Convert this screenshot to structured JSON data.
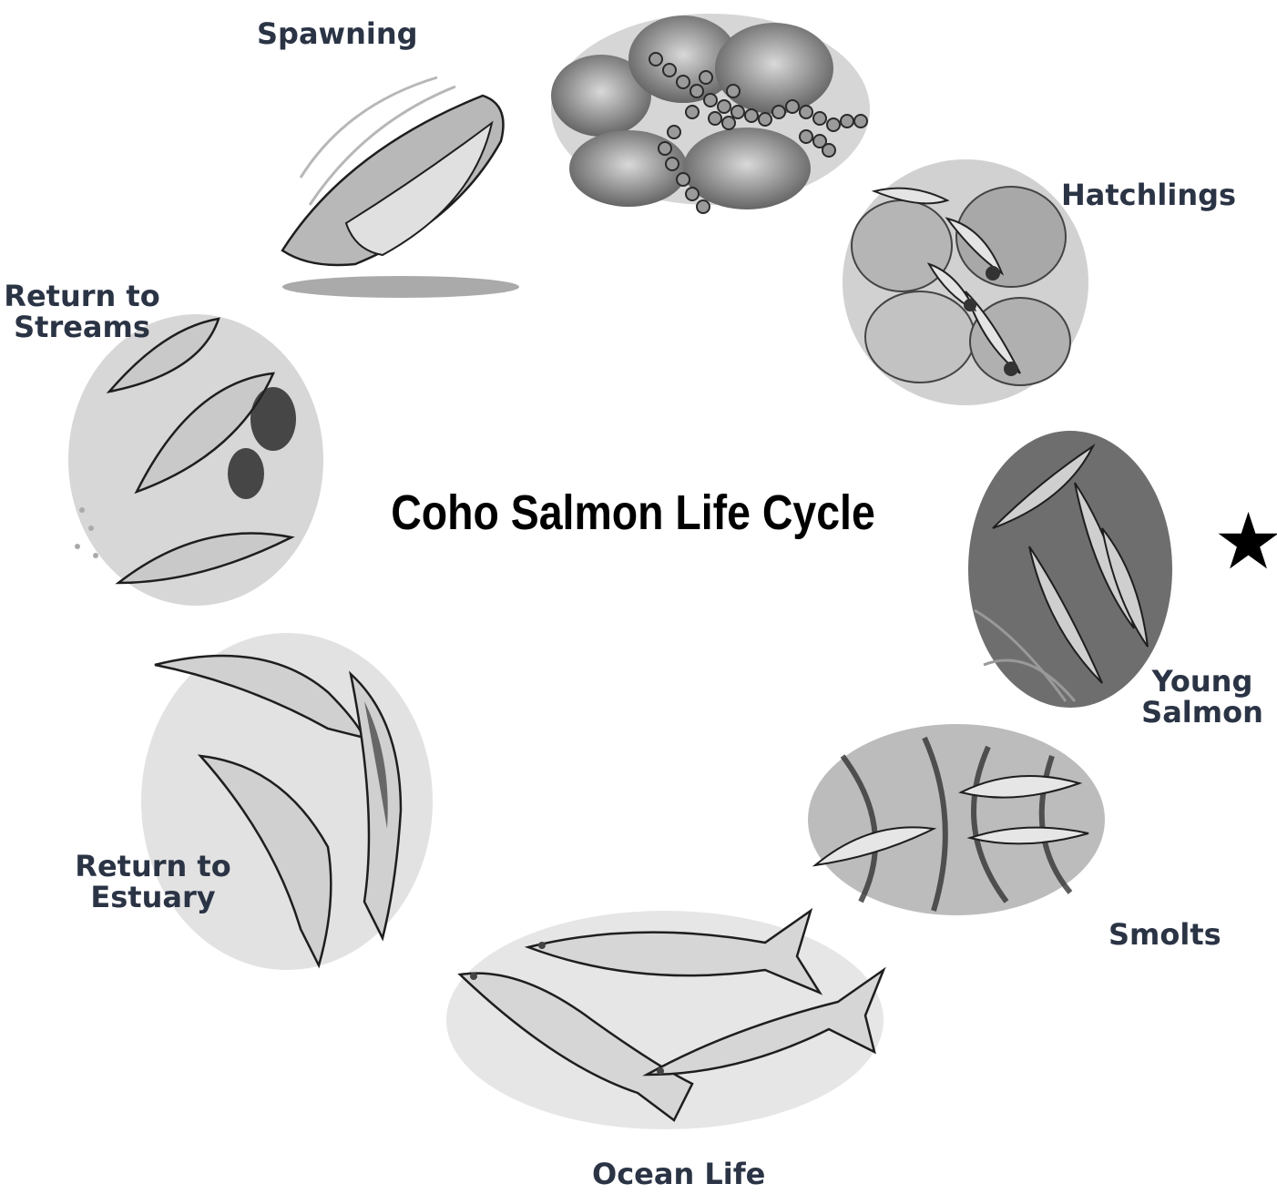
{
  "diagram": {
    "title": "Coho Salmon Life Cycle",
    "stages": [
      {
        "name": "eggs",
        "label": ""
      },
      {
        "name": "hatchlings",
        "label": "Hatchlings"
      },
      {
        "name": "young-salmon",
        "label": "Young Salmon",
        "line1": "Young",
        "line2": "Salmon",
        "marked": true
      },
      {
        "name": "smolts",
        "label": "Smolts"
      },
      {
        "name": "ocean-life",
        "label": "Ocean Life"
      },
      {
        "name": "return-to-estuary",
        "label": "Return to Estuary",
        "line1": "Return to",
        "line2": "Estuary"
      },
      {
        "name": "return-to-streams",
        "label": "Return to Streams",
        "line1": "Return to",
        "line2": "Streams"
      },
      {
        "name": "spawning",
        "label": "Spawning"
      }
    ],
    "marker": {
      "symbol": "★",
      "icon": "star-icon",
      "marks_stage": "young-salmon"
    },
    "colors": {
      "label": "#2b3445",
      "title": "#000000",
      "ink": "#3a3a3a"
    }
  }
}
